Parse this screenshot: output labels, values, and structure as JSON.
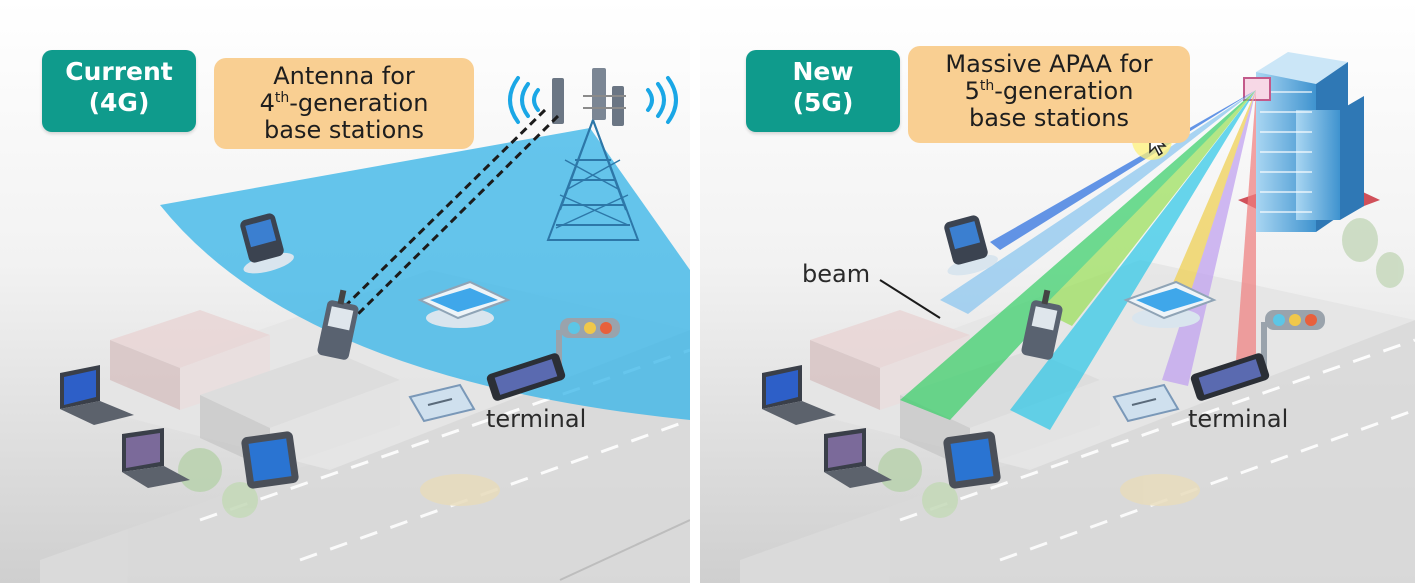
{
  "panels": [
    {
      "badge": {
        "line1": "Current",
        "line2": "(4G)"
      },
      "callout": {
        "line1": "Antenna for",
        "line2_sup": "th",
        "line2_prefix": "4",
        "line2_suffix": "-generation",
        "line3": "base stations"
      },
      "terminal_label": "terminal"
    },
    {
      "badge": {
        "line1": "New",
        "line2": "(5G)"
      },
      "callout": {
        "line1": "Massive APAA for",
        "line2_prefix": "5",
        "line2_sup": "th",
        "line2_suffix": "-generation",
        "line3": "base stations"
      },
      "beam_label": "beam",
      "terminal_label": "terminal"
    }
  ],
  "colors": {
    "badge": "#0f9b8c",
    "callout": "#f9cf92",
    "coverage_area": "#3bb6e8",
    "beams": [
      "#2a6fe0",
      "#3ad06a",
      "#9be05a",
      "#30c8e8",
      "#f0d050",
      "#c0a0f0",
      "#f08080",
      "#60b0f0"
    ]
  },
  "icons": [
    "tower-icon",
    "signal-wave-icon",
    "building-icon",
    "phone-icon",
    "tablet-icon",
    "laptop-icon",
    "traffic-light-icon",
    "car-icon",
    "cursor-icon"
  ]
}
